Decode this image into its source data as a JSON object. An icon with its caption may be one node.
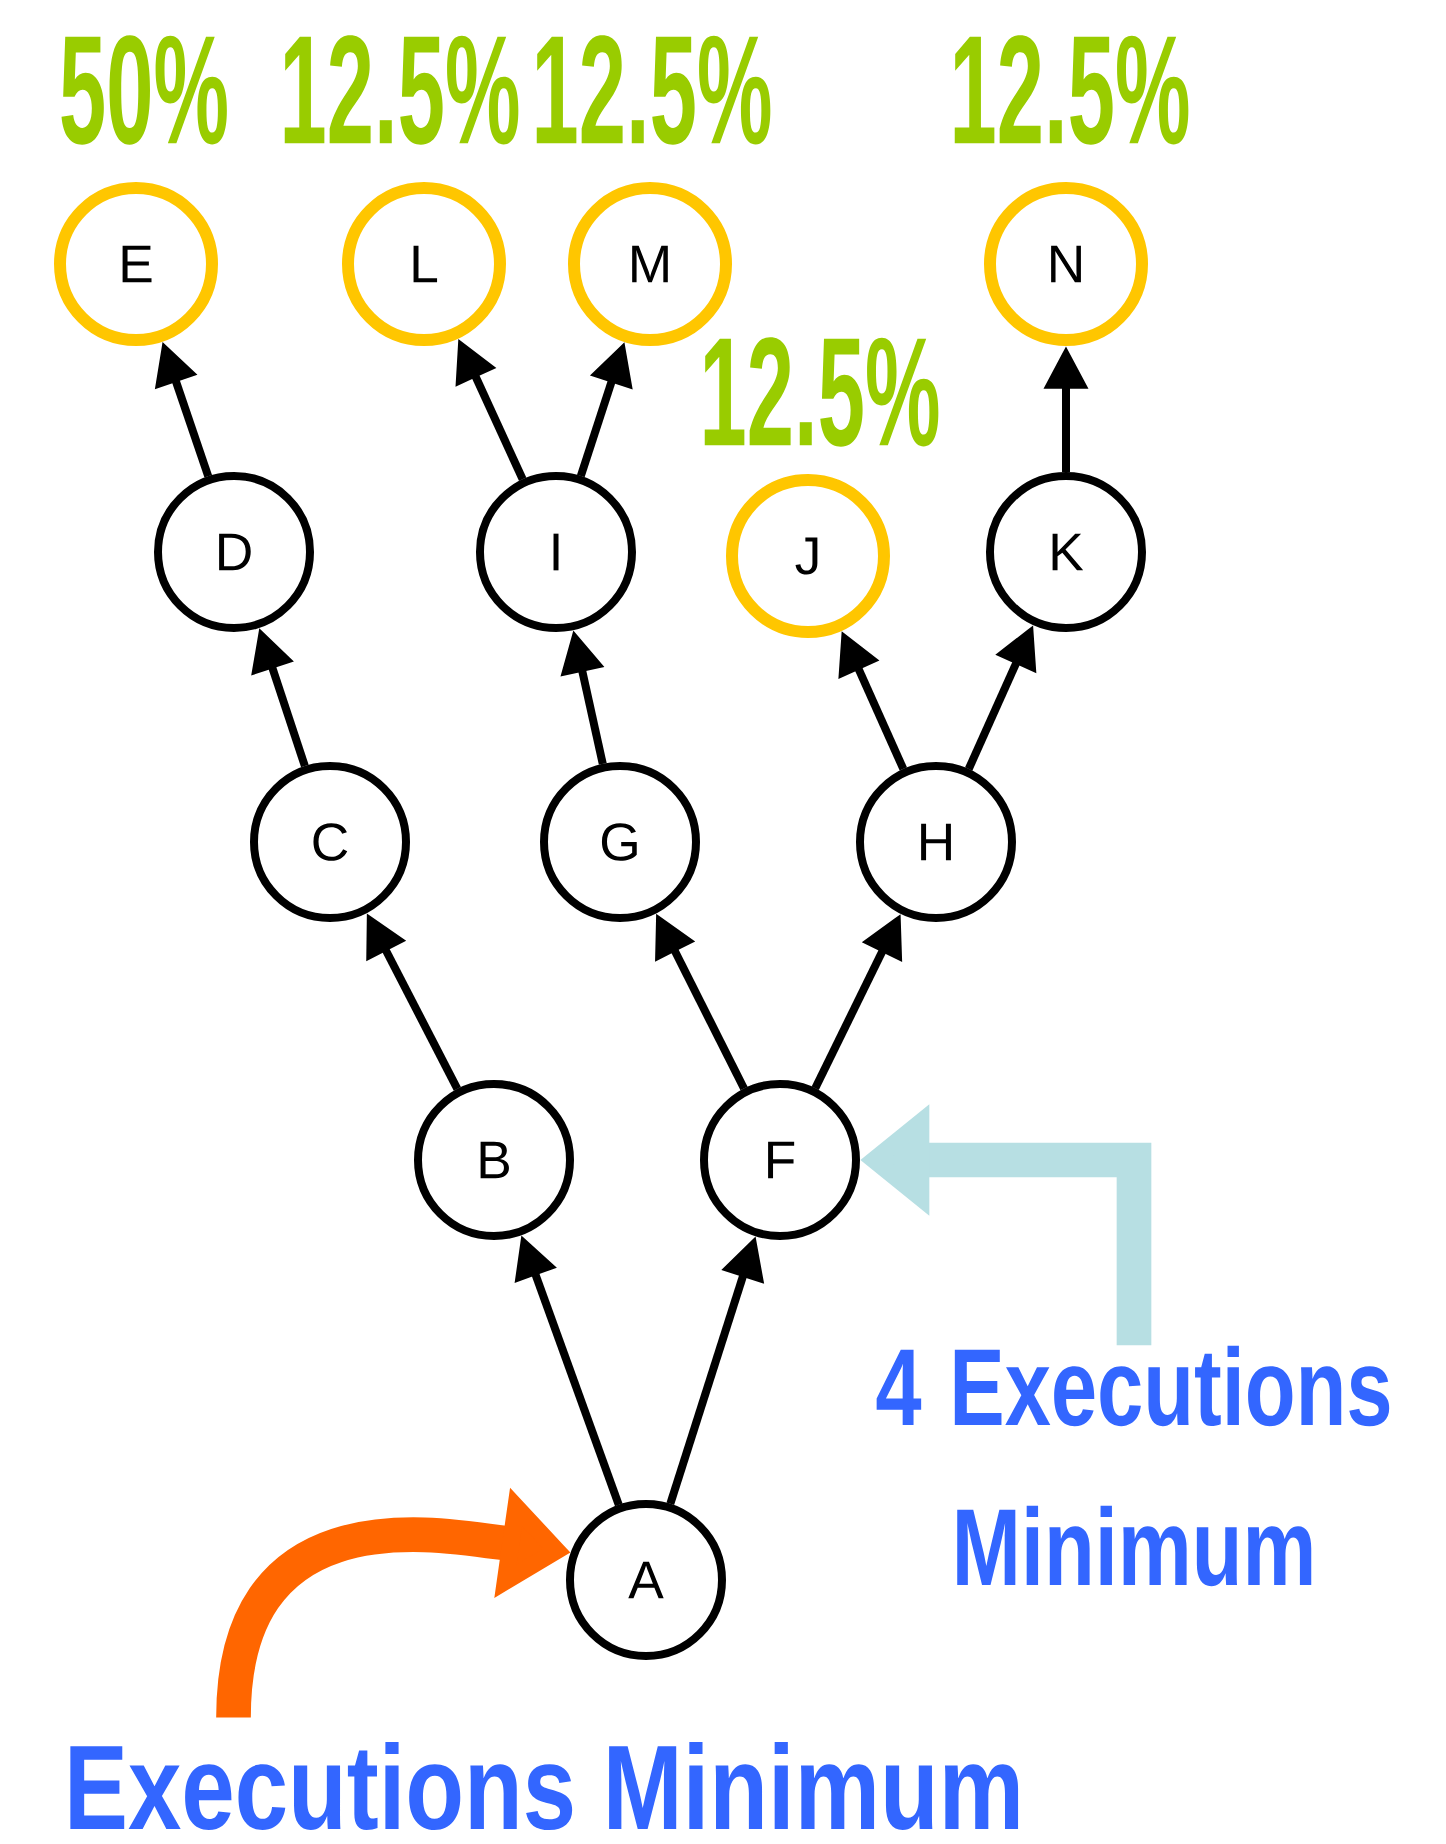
{
  "diagram": {
    "nodes": [
      {
        "text": [
          "E"
        ],
        "beside": [
          "50%"
        ]
      },
      {
        "text": [
          "L"
        ],
        "beside": [
          "12.5%"
        ]
      },
      {
        "text": [
          "M"
        ],
        "beside": [
          "12.5%"
        ]
      },
      {
        "text": [
          "N"
        ],
        "beside": [
          "12.5%"
        ]
      },
      {
        "text": [
          "D"
        ]
      },
      {
        "text": [
          "I"
        ]
      },
      {
        "text": [
          "J"
        ],
        "beside": [
          "12.5%"
        ]
      },
      {
        "text": [
          "K"
        ]
      },
      {
        "text": [
          "C"
        ]
      },
      {
        "text": [
          "G"
        ]
      },
      {
        "text": [
          "H"
        ]
      },
      {
        "text": [
          "B"
        ]
      },
      {
        "text": [
          "F"
        ]
      },
      {
        "text": [
          "A"
        ]
      },
      {
        "text": [
          "Executions Minimum"
        ]
      },
      {
        "text": [
          "4 Executions Minimum"
        ]
      }
    ],
    "edges": [
      {
        "from": 13,
        "to": 11,
        "arrow": "to"
      },
      {
        "from": 13,
        "to": 12,
        "arrow": "to"
      },
      {
        "from": 11,
        "to": 8,
        "arrow": "to"
      },
      {
        "from": 12,
        "to": 9,
        "arrow": "to"
      },
      {
        "from": 12,
        "to": 10,
        "arrow": "to"
      },
      {
        "from": 8,
        "to": 4,
        "arrow": "to"
      },
      {
        "from": 9,
        "to": 5,
        "arrow": "to"
      },
      {
        "from": 10,
        "to": 6,
        "arrow": "to"
      },
      {
        "from": 10,
        "to": 7,
        "arrow": "to"
      },
      {
        "from": 4,
        "to": 0,
        "arrow": "to"
      },
      {
        "from": 5,
        "to": 1,
        "arrow": "to"
      },
      {
        "from": 5,
        "to": 2,
        "arrow": "to"
      },
      {
        "from": 7,
        "to": 3,
        "arrow": "to"
      },
      {
        "from": 14,
        "to": 13,
        "arrow": "to",
        "style": "thick",
        "color": "#ff6600"
      },
      {
        "from": 15,
        "to": 12,
        "arrow": "to",
        "style": "thick",
        "color": "#b7dfe3"
      }
    ]
  }
}
